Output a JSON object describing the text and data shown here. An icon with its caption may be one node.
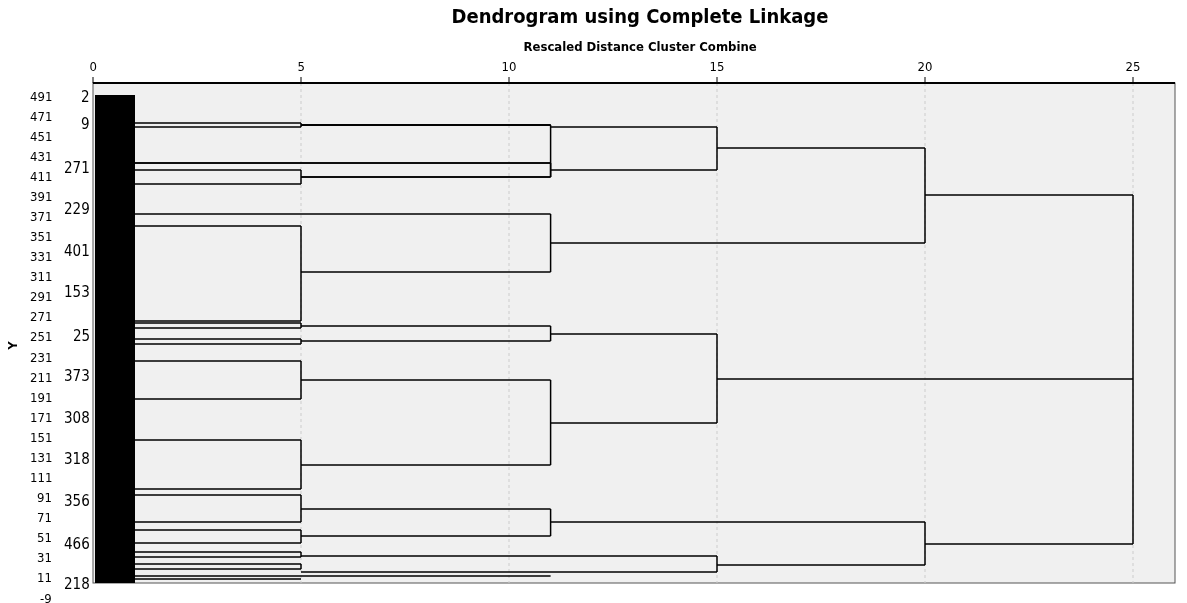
{
  "diagram": {
    "title": "Dendrogram using Complete Linkage",
    "labels": [
      "Rescaled Distance Cluster Combine",
      "0",
      "5",
      "10",
      "15",
      "20",
      "25",
      "Y",
      "491",
      "471",
      "451",
      "431",
      "411",
      "391",
      "371",
      "351",
      "331",
      "311",
      "291",
      "271",
      "251",
      "231",
      "211",
      "191",
      "171",
      "151",
      "131",
      "111",
      "91",
      "71",
      "51",
      "31",
      "11",
      "-9",
      "2",
      "9",
      "271",
      "229",
      "401",
      "153",
      "25",
      "373",
      "308",
      "318",
      "356",
      "466",
      "218"
    ]
  }
}
